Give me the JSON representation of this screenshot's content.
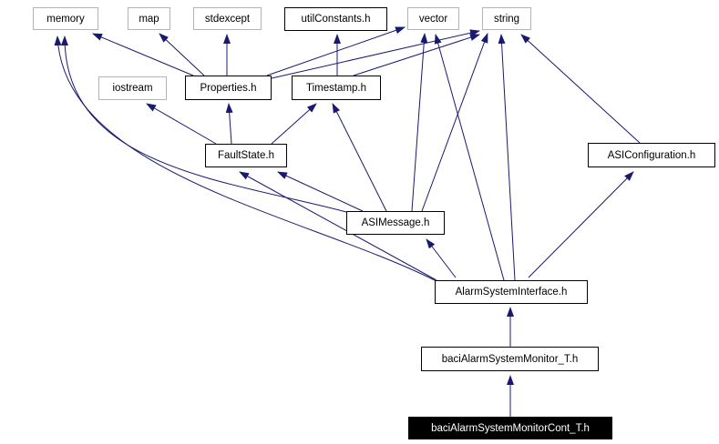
{
  "diagram": {
    "kind": "include-dependency-graph",
    "edge_color": "#191970",
    "system_border_color": "#b4b4b4",
    "project_border_color": "#000000",
    "focus_bg": "#000000",
    "focus_text": "#ffffff"
  },
  "graph": {
    "nodes": [
      {
        "id": "memory",
        "label": "memory",
        "type": "system"
      },
      {
        "id": "map",
        "label": "map",
        "type": "system"
      },
      {
        "id": "stdexcept",
        "label": "stdexcept",
        "type": "system"
      },
      {
        "id": "utilConstants",
        "label": "utilConstants.h",
        "type": "project"
      },
      {
        "id": "vector",
        "label": "vector",
        "type": "system"
      },
      {
        "id": "string",
        "label": "string",
        "type": "system"
      },
      {
        "id": "iostream",
        "label": "iostream",
        "type": "system"
      },
      {
        "id": "Properties",
        "label": "Properties.h",
        "type": "project"
      },
      {
        "id": "Timestamp",
        "label": "Timestamp.h",
        "type": "project"
      },
      {
        "id": "FaultState",
        "label": "FaultState.h",
        "type": "project"
      },
      {
        "id": "ASIMessage",
        "label": "ASIMessage.h",
        "type": "project"
      },
      {
        "id": "ASIConfiguration",
        "label": "ASIConfiguration.h",
        "type": "project"
      },
      {
        "id": "AlarmSystemInterface",
        "label": "AlarmSystemInterface.h",
        "type": "project"
      },
      {
        "id": "baciAlarmSystemMonitor",
        "label": "baciAlarmSystemMonitor_T.h",
        "type": "project"
      },
      {
        "id": "baciAlarmSystemMonitorCont",
        "label": "baciAlarmSystemMonitorCont_T.h",
        "type": "focus"
      }
    ],
    "edges": [
      {
        "from": "baciAlarmSystemMonitorCont",
        "to": "baciAlarmSystemMonitor"
      },
      {
        "from": "baciAlarmSystemMonitor",
        "to": "AlarmSystemInterface"
      },
      {
        "from": "AlarmSystemInterface",
        "to": "memory"
      },
      {
        "from": "AlarmSystemInterface",
        "to": "FaultState"
      },
      {
        "from": "AlarmSystemInterface",
        "to": "ASIMessage"
      },
      {
        "from": "AlarmSystemInterface",
        "to": "vector"
      },
      {
        "from": "AlarmSystemInterface",
        "to": "string"
      },
      {
        "from": "AlarmSystemInterface",
        "to": "ASIConfiguration"
      },
      {
        "from": "ASIConfiguration",
        "to": "string"
      },
      {
        "from": "ASIMessage",
        "to": "memory"
      },
      {
        "from": "ASIMessage",
        "to": "FaultState"
      },
      {
        "from": "ASIMessage",
        "to": "Timestamp"
      },
      {
        "from": "ASIMessage",
        "to": "vector"
      },
      {
        "from": "ASIMessage",
        "to": "string"
      },
      {
        "from": "FaultState",
        "to": "iostream"
      },
      {
        "from": "FaultState",
        "to": "Properties"
      },
      {
        "from": "FaultState",
        "to": "Timestamp"
      },
      {
        "from": "Properties",
        "to": "memory"
      },
      {
        "from": "Properties",
        "to": "map"
      },
      {
        "from": "Properties",
        "to": "stdexcept"
      },
      {
        "from": "Properties",
        "to": "vector"
      },
      {
        "from": "Properties",
        "to": "string"
      },
      {
        "from": "Timestamp",
        "to": "utilConstants"
      },
      {
        "from": "Timestamp",
        "to": "string"
      }
    ]
  }
}
